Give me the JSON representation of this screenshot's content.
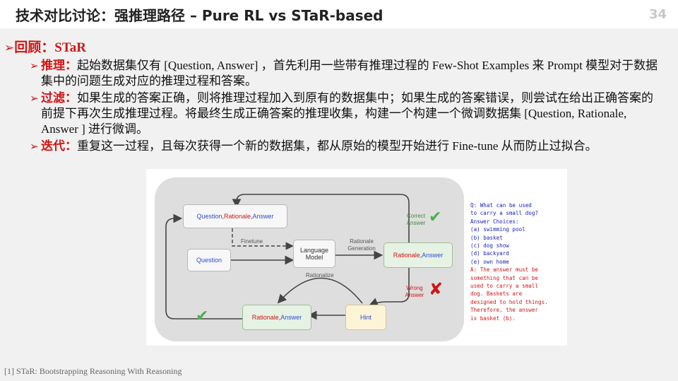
{
  "header": {
    "title": "技术对比讨论：强推理路径 – Pure RL vs STaR-based",
    "page_number": "34"
  },
  "section": {
    "label": "回顾：STaR"
  },
  "bullets": [
    {
      "label": "推理：",
      "text": "起始数据集仅有 [Question, Answer] ，首先利用一些带有推理过程的 Few-Shot Examples 来 Prompt 模型对于数据集中的问题生成对应的推理过程和答案。"
    },
    {
      "label": "过滤：",
      "text": "如果生成的答案正确，则将推理过程加入到原有的数据集中；如果生成的答案错误，则尝试在给出正确答案的前提下再次生成推理过程。将最终生成正确答案的推理收集，构建一个构建一个微调数据集 [Question, Rationale, Answer ] 进行微调。"
    },
    {
      "label": "迭代：",
      "text": "重复这一过程，且每次获得一个新的数据集，都从原始的模型开始进行 Fine-tune 从而防止过拟合。"
    }
  ],
  "diagram": {
    "node_qra": {
      "question": "Question",
      "comma1": ", ",
      "rationale": "Rationale",
      "comma2": ", ",
      "answer": "Answer"
    },
    "node_question": "Question",
    "node_lm": "Language Model",
    "node_ra_right": {
      "rationale": "Rationale",
      "comma": ", ",
      "answer": "Answer"
    },
    "node_ra_bottom": {
      "rationale": "Rationale",
      "comma": ", ",
      "answer": "Answer"
    },
    "node_hint": "Hint",
    "label_finetune": "Finetune",
    "label_rationale_gen": "Rationale Generation",
    "label_rationalize": "Rationalize",
    "label_correct": "Correct Answer",
    "label_wrong": "Wrong Answer",
    "check_icon": "✔",
    "cross_icon": "✘"
  },
  "qa_example": {
    "q_lines": [
      "Q: What can be used",
      "to carry a small dog?",
      "Answer Choices:",
      "(a) swimming pool",
      "(b) basket",
      "(c) dog show",
      "(d) backyard",
      "(e) own home"
    ],
    "a_lines": [
      "A: The answer must be",
      "something that can be",
      "used to carry a small",
      "dog. Baskets are",
      "designed to hold things.",
      "Therefore, the answer",
      "is basket (b)."
    ]
  },
  "footnote": "[1] STaR: Bootstrapping Reasoning With Reasoning",
  "colors": {
    "accent_red": "#d01515",
    "accent_blue": "#2e4bd0",
    "check_green": "#4caf50"
  }
}
